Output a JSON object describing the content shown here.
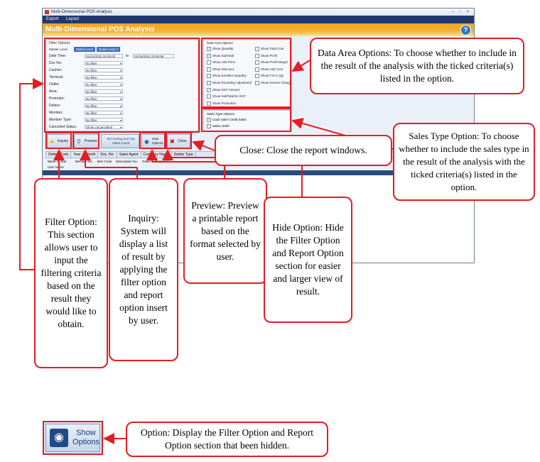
{
  "app": {
    "window_title": "Multi-Dimensional POS Analysis",
    "menu": [
      "Export",
      "Layout"
    ],
    "header_title": "Multi-Dimensional POS Analysis",
    "help_glyph": "?"
  },
  "filter_options": {
    "title": "Filter Options",
    "master_level_label": "Master Level",
    "level_tabs": [
      "Detail Level",
      "Detail Level 2"
    ],
    "date_label": "Date Time:",
    "date_from": "01/01/2022 00:00:00",
    "date_to_label": "to",
    "date_to": "01/04/2022 23:59:59",
    "rows": [
      {
        "label": "Doc No:",
        "value": "No filter"
      },
      {
        "label": "Cashier:",
        "value": "No filter"
      },
      {
        "label": "Terminal:",
        "value": "No filter"
      },
      {
        "label": "Outlet:",
        "value": "No filter"
      },
      {
        "label": "Area:",
        "value": "No filter"
      },
      {
        "label": "Promoter:",
        "value": "No filter"
      },
      {
        "label": "Debtor:",
        "value": "No filter"
      },
      {
        "label": "Member:",
        "value": "No filter"
      },
      {
        "label": "Member Type:",
        "value": "No filter"
      },
      {
        "label": "Cancelled Status:",
        "value": "Show Uncancelled"
      }
    ]
  },
  "data_area_options": {
    "title": "Data Area Options",
    "col1": [
      {
        "label": "Show Quantity",
        "checked": true
      },
      {
        "label": "Show SubTotal",
        "checked": true
      },
      {
        "label": "Show Unit Price",
        "checked": false
      },
      {
        "label": "Show Discount",
        "checked": false
      },
      {
        "label": "Show Smallest Quantity",
        "checked": false
      },
      {
        "label": "Show Rounding Adjustment",
        "checked": false
      },
      {
        "label": "Show GST Amount",
        "checked": true
      },
      {
        "label": "Show SubTotal Ex GST",
        "checked": false
      },
      {
        "label": "Show Promotion",
        "checked": false
      }
    ],
    "col2": [
      {
        "label": "Show Total Cost",
        "checked": false
      },
      {
        "label": "Show Profit",
        "checked": false
      },
      {
        "label": "Show Profit Margin",
        "checked": false
      },
      {
        "label": "Show Unit Cost",
        "checked": false
      },
      {
        "label": "Show F.O.C Qty",
        "checked": false
      },
      {
        "label": "Show Service Charge",
        "checked": false
      }
    ]
  },
  "sales_type_options": {
    "title": "Sales Type Options",
    "items": [
      {
        "label": "Cash Sale/ Credit Sales",
        "checked": true
      },
      {
        "label": "Sales Order",
        "checked": false
      }
    ]
  },
  "buttons": {
    "inquiry": "Inquiry",
    "preview": "Preview",
    "sorting": "Set Sorting and Top Value Count",
    "hide": "Hide Options",
    "close": "Close"
  },
  "grid": {
    "header1": [
      "Debtor Code",
      "Year",
      "Month",
      "Doc. No.",
      "Sales Agent",
      "Company Name",
      "Debtor Type"
    ],
    "header2": [
      "Week of Year",
      "",
      "Member No.",
      "Item Code",
      "Description No.",
      "Outlet",
      "Project No."
    ],
    "header3": "User Name"
  },
  "callouts": {
    "data_area": "Data Area Options: To choose whether to include in the result of the analysis with the ticked criteria(s) listed in the option.",
    "sales_type": "Sales Type Option: To choose whether to include the sales type in the result of the analysis with the ticked criteria(s) listed in the option.",
    "close": "Close: Close the report windows.",
    "filter": "Filter Option: This section allows user to input the filtering criteria based on the result they would like to obtain.",
    "inquiry": "Inquiry: System will display a list of result by applying the filter option and report option insert by user.",
    "preview": "Preview: Preview a printable report based on the format selected by user.",
    "hide": "Hide Option: Hide the Filter Option and Report Option section for easier and larger view of result.",
    "show": "Option: Display the Filter Option and Report Option section that been hidden."
  },
  "show_options_button": "Show Options",
  "colors": {
    "annotation": "#e21d24",
    "header_orange": "#f7a51c",
    "menu_navy": "#1f3a6d"
  }
}
